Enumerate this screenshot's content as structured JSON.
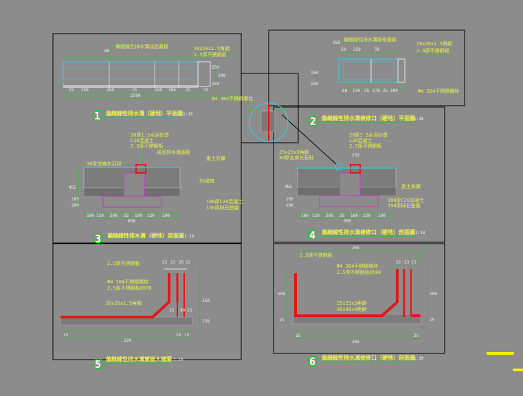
{
  "drawing": {
    "background": "#8c8c8c",
    "frame_color": "#000000",
    "dimension_color": "#00e000",
    "wall_color": "#e01818",
    "concrete_color": "#c040c0",
    "text_color": "#f0f050"
  },
  "details": [
    {
      "number": "1",
      "title": "偏縫線性排水溝（硬地）平面圖",
      "scale": "1:10",
      "labels": [
        "偏縫線性排水溝成品蓋板",
        "20x20x1.5角鋼",
        "2.5厚不銹鋼板",
        "Ф4 304不銹鋼螺栓"
      ],
      "dims": [
        "15",
        "250",
        "250",
        "15",
        "1500",
        "60",
        "100",
        "150",
        "300",
        "15",
        "15",
        "250",
        "150"
      ]
    },
    {
      "number": "2",
      "title": "偏縫線性排水溝檢修口（硬地）平面圖",
      "scale": "1:10",
      "labels": [
        "偏縫線性排水溝檢修蓋板",
        "20x20x1.5角鋼",
        "2.5厚不銹鋼板",
        "Ф4 304不銹鋼螺栓"
      ],
      "dims": [
        "150",
        "50",
        "250",
        "50",
        "60",
        "170",
        "25",
        "170",
        "25",
        "100",
        "150",
        "150"
      ]
    },
    {
      "number": "3",
      "title": "偏縫線性排水溝（硬地）剖面圖",
      "scale": "1:10",
      "labels": [
        "20厚1:3水泥砂漿",
        "C20混凝土",
        "2.5厚不銹鋼板",
        "成品排水溝蓋板",
        "30厚芝麻灰石材",
        "素土夯實",
        "100厚C20混凝土",
        "150厚碎石墊層",
        "5%坡度"
      ],
      "dims": [
        "100",
        "120",
        "200",
        "25",
        "100",
        "120",
        "100",
        "650",
        "455",
        "105",
        "200"
      ]
    },
    {
      "number": "4",
      "title": "偏縫線性排水溝檢修口（硬地）剖面圖",
      "scale": "1:10",
      "labels": [
        "20厚1:3水泥砂漿",
        "C20混凝土",
        "2.5厚不銹鋼板",
        "25x25x3角鋼",
        "30厚芝麻灰石材",
        "100厚C20混凝土",
        "150厚碎石墊層",
        "素土夯實"
      ],
      "dims": [
        "250",
        "100",
        "120",
        "200",
        "25",
        "100",
        "120",
        "100",
        "650",
        "455",
        "105",
        "200"
      ]
    },
    {
      "number": "5",
      "title": "偏縫線性排水溝蓋板大樣圖",
      "scale": "1:10",
      "labels": [
        "2.5厚不銹鋼板",
        "Ф4 304不銹鋼螺栓",
        "2.5厚不銹鋼板@500",
        "20x20x1.5角鋼"
      ],
      "dims": [
        "22",
        "23",
        "25",
        "22",
        "15",
        "40",
        "15",
        "15",
        "220",
        "15",
        "15",
        "250",
        "150"
      ]
    },
    {
      "number": "6",
      "title": "偏縫線性排水溝檢修口（硬地）剖面圖",
      "scale": "1:10",
      "labels": [
        "2.5厚不銹鋼板",
        "Ф4 304不銹鋼螺栓",
        "2.5厚不銹鋼板@500",
        "25x25x3角鋼",
        "40x40x4角鋼"
      ],
      "dims": [
        "265",
        "22",
        "23",
        "15",
        "25",
        "15",
        "265",
        "150",
        "150",
        "15",
        "15"
      ]
    }
  ]
}
